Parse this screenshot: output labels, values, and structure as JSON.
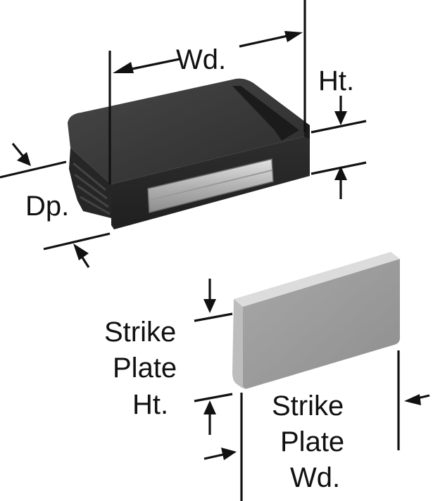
{
  "labels": {
    "width": "Wd.",
    "height": "Ht.",
    "depth": "Dp.",
    "strike_plate_height": [
      "Strike",
      "Plate",
      "Ht."
    ],
    "strike_plate_width": [
      "Strike",
      "Plate",
      "Wd."
    ]
  },
  "colors": {
    "latch_body": "#2f2f2f",
    "latch_top": "#3a3a3a",
    "magnet": "#b8b8b8",
    "strike_plate": "#9a9a9a",
    "line": "#111111"
  }
}
